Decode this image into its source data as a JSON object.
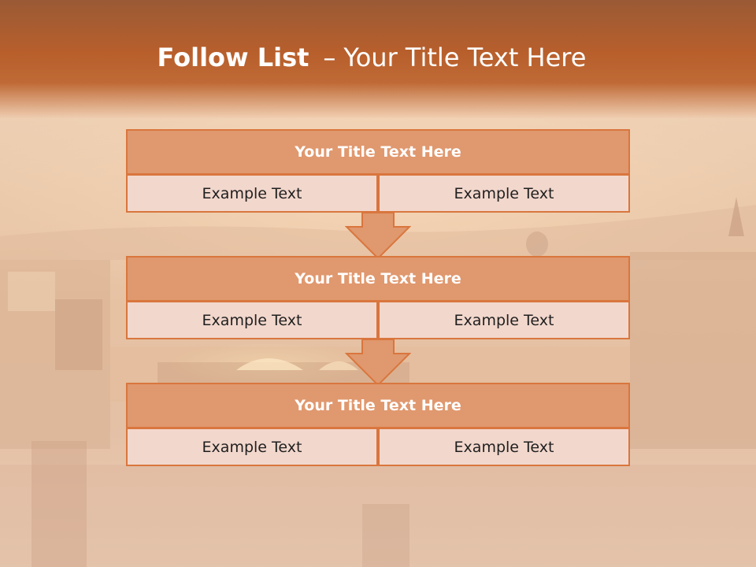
{
  "slide": {
    "title_bold": "Follow List",
    "title_sep": "–",
    "title_rest": "Your Title Text Here"
  },
  "rows": [
    {
      "title": "Your Title Text Here",
      "left": "Example Text",
      "right": "Example Text"
    },
    {
      "title": "Your Title Text Here",
      "left": "Example Text",
      "right": "Example Text"
    },
    {
      "title": "Your Title Text Here",
      "left": "Example Text",
      "right": "Example Text"
    }
  ],
  "colors": {
    "header": "#b85f2c",
    "row_title_fill": "#e0986e",
    "cell_fill": "#f2d7cc",
    "border": "#d9763e"
  }
}
